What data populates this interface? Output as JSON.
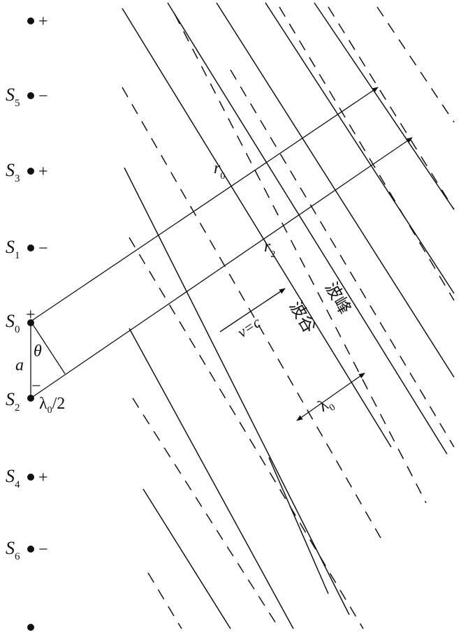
{
  "sources": [
    {
      "name": "",
      "sign": "+"
    },
    {
      "name": "S",
      "sub": "5",
      "sign": "−"
    },
    {
      "name": "S",
      "sub": "3",
      "sign": "+"
    },
    {
      "name": "S",
      "sub": "1",
      "sign": "−"
    },
    {
      "name": "S",
      "sub": "0",
      "sign": "+"
    },
    {
      "name": "S",
      "sub": "2",
      "sign": "−"
    },
    {
      "name": "S",
      "sub": "4",
      "sign": "+"
    },
    {
      "name": "S",
      "sub": "6",
      "sign": "−"
    },
    {
      "name": "",
      "sign": ""
    }
  ],
  "labels": {
    "spacing": "a",
    "angle": "θ",
    "path_diff_symbol": "λ",
    "path_diff_sub": "0",
    "path_diff_tail": "/2",
    "r0_symbol": "r",
    "r0_sub": "0",
    "r2_symbol": "r",
    "r2_sub": "2",
    "velocity": "v=c",
    "crest": "波峰",
    "trough": "波谷",
    "wavelength_symbol": "λ",
    "wavelength_sub": "0"
  },
  "colors": {
    "ink": "#111111",
    "background": "#ffffff"
  }
}
